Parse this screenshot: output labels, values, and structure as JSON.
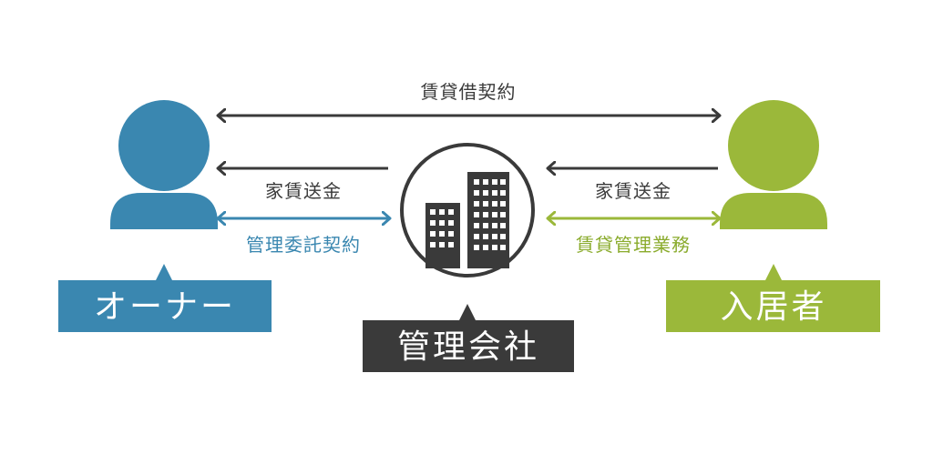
{
  "labels": {
    "lease_contract": "賃貸借契約",
    "rent_to_owner": "家賃送金",
    "management_contract": "管理委託契約",
    "rent_from_tenant": "家賃送金",
    "rental_management": "賃貸管理業務"
  },
  "boxes": {
    "owner": "オーナー",
    "company": "管理会社",
    "tenant": "入居者"
  },
  "colors": {
    "owner": "#3a87b0",
    "tenant": "#9bb83a",
    "company": "#3a3a3a",
    "arrow_dark": "#3a3a3a",
    "label_blue": "#3a87b0",
    "label_green": "#8aab2c"
  },
  "icons": {
    "owner": "person-icon",
    "tenant": "person-icon",
    "company": "building-icon"
  }
}
